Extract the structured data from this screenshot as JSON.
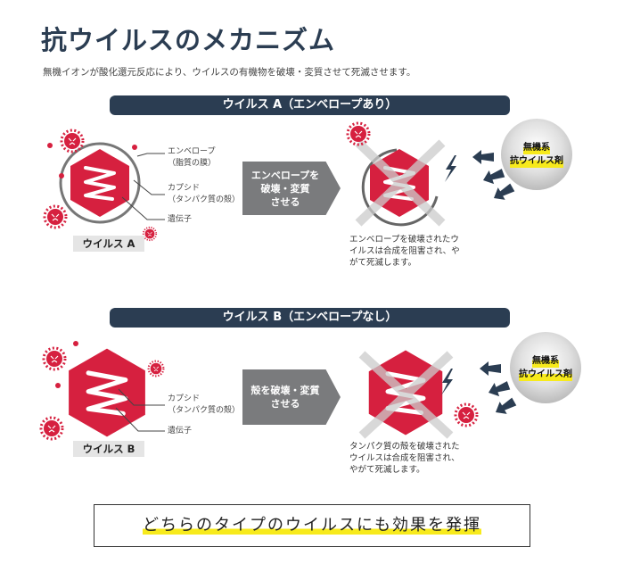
{
  "title": "抗ウイルスのメカニズム",
  "subtitle": "無機イオンが酸化還元反応により、ウイルスの有機物を破壊・変質させて死滅させます。",
  "colors": {
    "navy": "#2b3d52",
    "red": "#d6203f",
    "gray": "#7a7b7d",
    "highlight": "#f7ea1c"
  },
  "virus_a": {
    "banner": "ウイルス A（エンベロープあり）",
    "labels": {
      "envelope": "エンベロープ",
      "envelope_sub": "（脂質の膜）",
      "capsid": "カプシド",
      "capsid_sub": "（タンパク質の殻）",
      "gene": "遺伝子"
    },
    "name": "ウイルス A",
    "step_line1": "エンベロープを",
    "step_line2": "破壊・変質",
    "step_line3": "させる",
    "result_line1": "エンベロープを破壊されたウ",
    "result_line2": "イルスは合成を阻害され、や",
    "result_line3": "がて死滅します。",
    "agent_line1": "無機系",
    "agent_line2": "抗ウイルス剤"
  },
  "virus_b": {
    "banner": "ウイルス B（エンベロープなし）",
    "labels": {
      "capsid": "カプシド",
      "capsid_sub": "（タンパク質の殻）",
      "gene": "遺伝子"
    },
    "name": "ウイルス B",
    "step_line1": "殻を破壊・変質",
    "step_line2": "させる",
    "result_line1": "タンパク質の殻を破壊された",
    "result_line2": "ウイルスは合成を阻害され、",
    "result_line3": "やがて死滅します。",
    "agent_line1": "無機系",
    "agent_line2": "抗ウイルス剤"
  },
  "conclusion": "どちらのタイプのウイルスにも効果を発揮"
}
